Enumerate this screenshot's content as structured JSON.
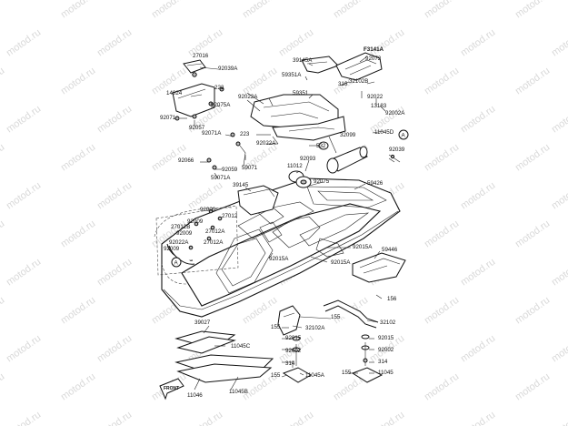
{
  "watermark": "motod.ru",
  "diagram_ref": "F3141A",
  "front_arrow": "FRONT",
  "callouts": {
    "a_top": "A",
    "a_left": "A"
  },
  "part_labels": [
    "27016",
    "92039A",
    "14024",
    "223",
    "92075A",
    "92071",
    "92057",
    "39145A",
    "59351A",
    "92022A",
    "59351",
    "92072",
    "316",
    "32102B",
    "92022",
    "13183",
    "92002A",
    "223",
    "92022A",
    "92071A",
    "92066",
    "59071",
    "92059",
    "59071A",
    "532",
    "11012",
    "92093",
    "32099",
    "11045D",
    "92039",
    "92075",
    "39145",
    "59426",
    "92009",
    "27012",
    "27012B",
    "92009",
    "92009",
    "27012A",
    "92022A",
    "92009",
    "27012A",
    "92015A",
    "92015A",
    "92015A",
    "59446",
    "156",
    "32102",
    "155",
    "32102A",
    "155",
    "92015",
    "92002",
    "314",
    "155",
    "11045A",
    "155",
    "92015",
    "92002",
    "314",
    "11045",
    "39027",
    "11045C",
    "11046",
    "11045B"
  ]
}
